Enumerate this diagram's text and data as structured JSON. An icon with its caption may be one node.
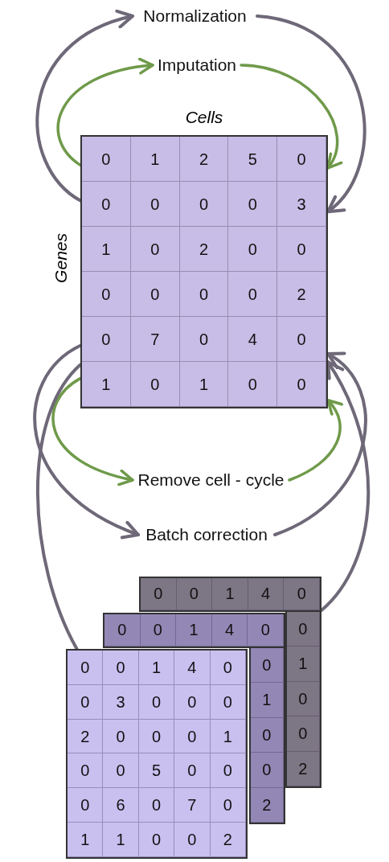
{
  "diagram": {
    "nodes": [
      {
        "text": [
          "Normalization"
        ]
      },
      {
        "text": [
          "Imputation"
        ]
      },
      {
        "text": [
          "Cells",
          "Genes",
          "0",
          "1",
          "2",
          "5",
          "0",
          "0",
          "0",
          "0",
          "0",
          "3",
          "1",
          "0",
          "2",
          "0",
          "0",
          "0",
          "0",
          "0",
          "0",
          "2",
          "0",
          "7",
          "0",
          "4",
          "0",
          "1",
          "0",
          "1",
          "0",
          "0"
        ]
      },
      {
        "text": [
          "Remove cell - cycle"
        ]
      },
      {
        "text": [
          "Batch correction"
        ]
      },
      {
        "text": [
          "0",
          "0",
          "1",
          "4",
          "0",
          "0",
          "1",
          "0",
          "0",
          "2"
        ]
      },
      {
        "text": [
          "0",
          "0",
          "1",
          "4",
          "0",
          "0",
          "1",
          "0",
          "0",
          "2"
        ]
      },
      {
        "text": [
          "0",
          "0",
          "1",
          "4",
          "0",
          "0",
          "3",
          "0",
          "0",
          "0",
          "2",
          "0",
          "0",
          "0",
          "1",
          "0",
          "0",
          "5",
          "0",
          "0",
          "0",
          "6",
          "0",
          "7",
          "0",
          "1",
          "1",
          "0",
          "0",
          "2"
        ]
      }
    ],
    "edges": [
      {
        "from": 2,
        "to": 0,
        "arrow": "to"
      },
      {
        "from": 0,
        "to": 2,
        "arrow": "to"
      },
      {
        "from": 2,
        "to": 1,
        "arrow": "to",
        "color": "#6f9a4a"
      },
      {
        "from": 1,
        "to": 2,
        "arrow": "to",
        "color": "#6f9a4a"
      },
      {
        "from": 2,
        "to": 3,
        "arrow": "to",
        "color": "#6f9a4a"
      },
      {
        "from": 3,
        "to": 2,
        "arrow": "to",
        "color": "#6f9a4a"
      },
      {
        "from": 2,
        "to": 4,
        "arrow": "to"
      },
      {
        "from": 4,
        "to": 2,
        "arrow": "to"
      },
      {
        "from": 2,
        "to": 7,
        "arrow": "none"
      },
      {
        "from": 5,
        "to": 2,
        "arrow": "to"
      }
    ]
  }
}
